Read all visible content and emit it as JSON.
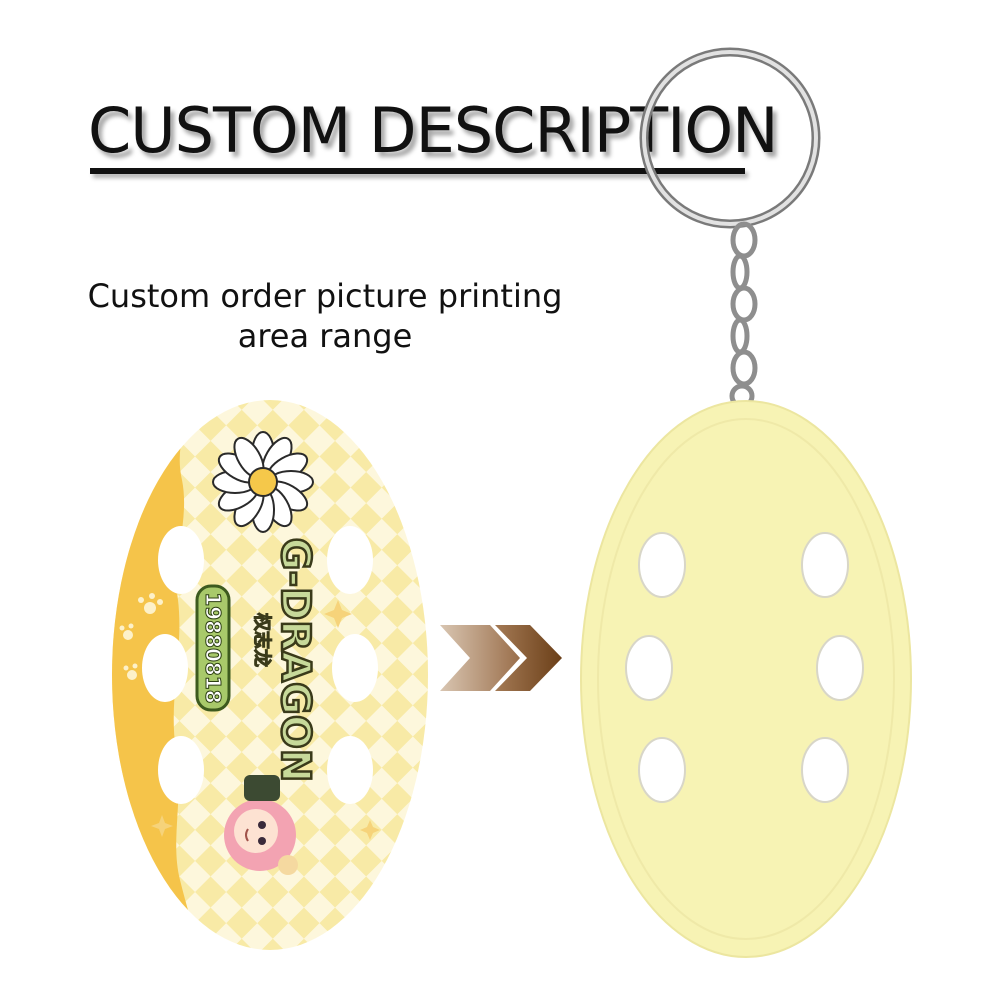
{
  "heading": "CUSTOM DESCRIPTION",
  "subtitle_line1": "Custom order picture printing",
  "subtitle_line2": "area range",
  "print_design": {
    "title_text": "G-DRAGON",
    "subtitle_text": "权志龙",
    "date_text": "19880818"
  },
  "colors": {
    "keychain_body": "#f7f3b4",
    "insert_white": "#ffffff",
    "print_yellow": "#f5c44a",
    "checker_light": "#fdf7dc",
    "checker_dark": "#f8eaa6",
    "arrow_brown": "#7a4a1f"
  }
}
